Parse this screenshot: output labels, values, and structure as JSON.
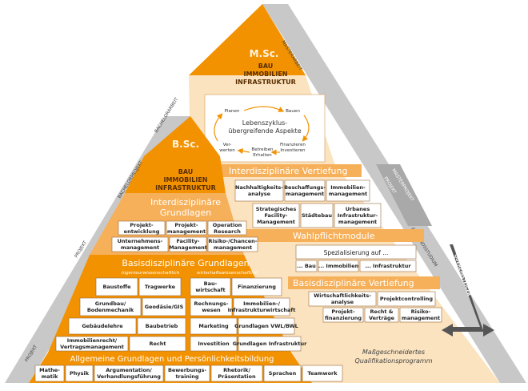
{
  "colors": {
    "orange": "#f39200",
    "orange_mid": "#f6b05a",
    "light": "#fbe3bf",
    "pale": "#fdf1de",
    "gray": "#c8c8c8",
    "dark": "#5a5a5a"
  },
  "msc": {
    "title": "M.Sc.",
    "subtitle": [
      "BAU",
      "IMMOBILIEN",
      "INFRASTRUKTUR"
    ],
    "cycle": {
      "center": [
        "Lebenszyklus-",
        "übergreifende Aspekte"
      ],
      "planen": "Planen",
      "bauen": "Bauen",
      "finanzieren": [
        "Finanzieren",
        "Investieren"
      ],
      "betreiben": [
        "Betreiben",
        "Erhalten"
      ],
      "verwerten": [
        "Ver-",
        "werten"
      ]
    },
    "interdisziplinaer": {
      "header": "Interdisziplinäre Vertiefung",
      "items": [
        [
          "Nachhaltigkeits-",
          "analyse"
        ],
        [
          "Beschaffungs-",
          "management"
        ],
        [
          "Immobilien-",
          "management"
        ],
        [
          "Strategisches",
          "Facility-",
          "Management"
        ],
        [
          "Städtebau"
        ],
        [
          "Urbanes",
          "Infrastruktur-",
          "management"
        ]
      ]
    },
    "wahlpflicht": {
      "header": "Wahlpflichtmodule",
      "spec": "Spezialisierung auf ...",
      "items": [
        "... Bau",
        "... Immobilien",
        "... Infrastruktur"
      ]
    },
    "basis": {
      "header": "Basisdisziplinäre Vertiefung",
      "items": [
        [
          "Wirtschaftlichkeits-",
          "analyse"
        ],
        [
          "Projektcontrolling"
        ],
        [
          "Projekt-",
          "finanzierung"
        ],
        [
          "Recht &",
          "Verträge"
        ],
        [
          "Risiko-",
          "management"
        ]
      ]
    },
    "custom": [
      "Maßgeschneidertes",
      "Qualifikationsprogramm"
    ],
    "side": {
      "masterarbeit": "MASTERARBEIT",
      "masterprojekt": "MASTERPROJEKT",
      "projekt": "PROJEKT",
      "auslandsstudium": "AUSLANDSSTUDIUM"
    }
  },
  "bsc": {
    "title": "B.Sc.",
    "subtitle": [
      "BAU",
      "IMMOBILIEN",
      "INFRASTRUKTUR"
    ],
    "interdisziplinaer": {
      "header": [
        "Interdisziplinäre",
        "Grundlagen"
      ],
      "items": [
        [
          "Projekt-",
          "entwicklung"
        ],
        [
          "Projekt-",
          "management"
        ],
        [
          "Operation",
          "Research"
        ],
        [
          "Unternehmens-",
          "management"
        ],
        [
          "Facility-",
          "Management"
        ],
        [
          "Risiko-/Chancen-",
          "management"
        ]
      ]
    },
    "basis": {
      "header": "Basisdisziplinäre Grundlagen",
      "sub_left": "ingenieurwissenschaftlich",
      "sub_right": "wirtschaftswissenschaftlich",
      "left": [
        [
          "Baustoffe"
        ],
        [
          "Tragwerke"
        ],
        [
          "Grundbau/",
          "Bodenmechanik"
        ],
        [
          "Geodäsie/GIS"
        ],
        [
          "Gebäudelehre"
        ],
        [
          "Baubetrieb"
        ],
        [
          "Immobilienrecht/",
          "Vertragsmanagement"
        ],
        [
          "Recht"
        ]
      ],
      "right": [
        [
          "Bau-",
          "wirtschaft"
        ],
        [
          "Finanzierung"
        ],
        [
          "Rechnungs-",
          "wesen"
        ],
        [
          "Immobilien-/",
          "Infrastrukturwirtschaft"
        ],
        [
          "Marketing"
        ],
        [
          "Grundlagen VWL/BWL"
        ],
        [
          "Investition"
        ],
        [
          "Grundlagen Infrastruktur"
        ]
      ]
    },
    "allgemein": {
      "header": "Allgemeine Grundlagen und Persönlichkeitsbildung",
      "items": [
        [
          "Mathe-",
          "matik"
        ],
        [
          "Physik"
        ],
        [
          "Argumentation/",
          "Verhandlungsführung"
        ],
        [
          "Bewerbungs-",
          "training"
        ],
        [
          "Rhetorik/",
          "Präsentation"
        ],
        [
          "Sprachen"
        ],
        [
          "Teamwork"
        ]
      ]
    },
    "side": {
      "bachelorarbeit": "BACHELORARBEIT",
      "bachelorprojekt": "BACHELORPROJEKT",
      "projekt1": "PROJEKT",
      "projekt2": "PROJEKT"
    }
  },
  "arrow_label": "QUEREINSTEIGER"
}
